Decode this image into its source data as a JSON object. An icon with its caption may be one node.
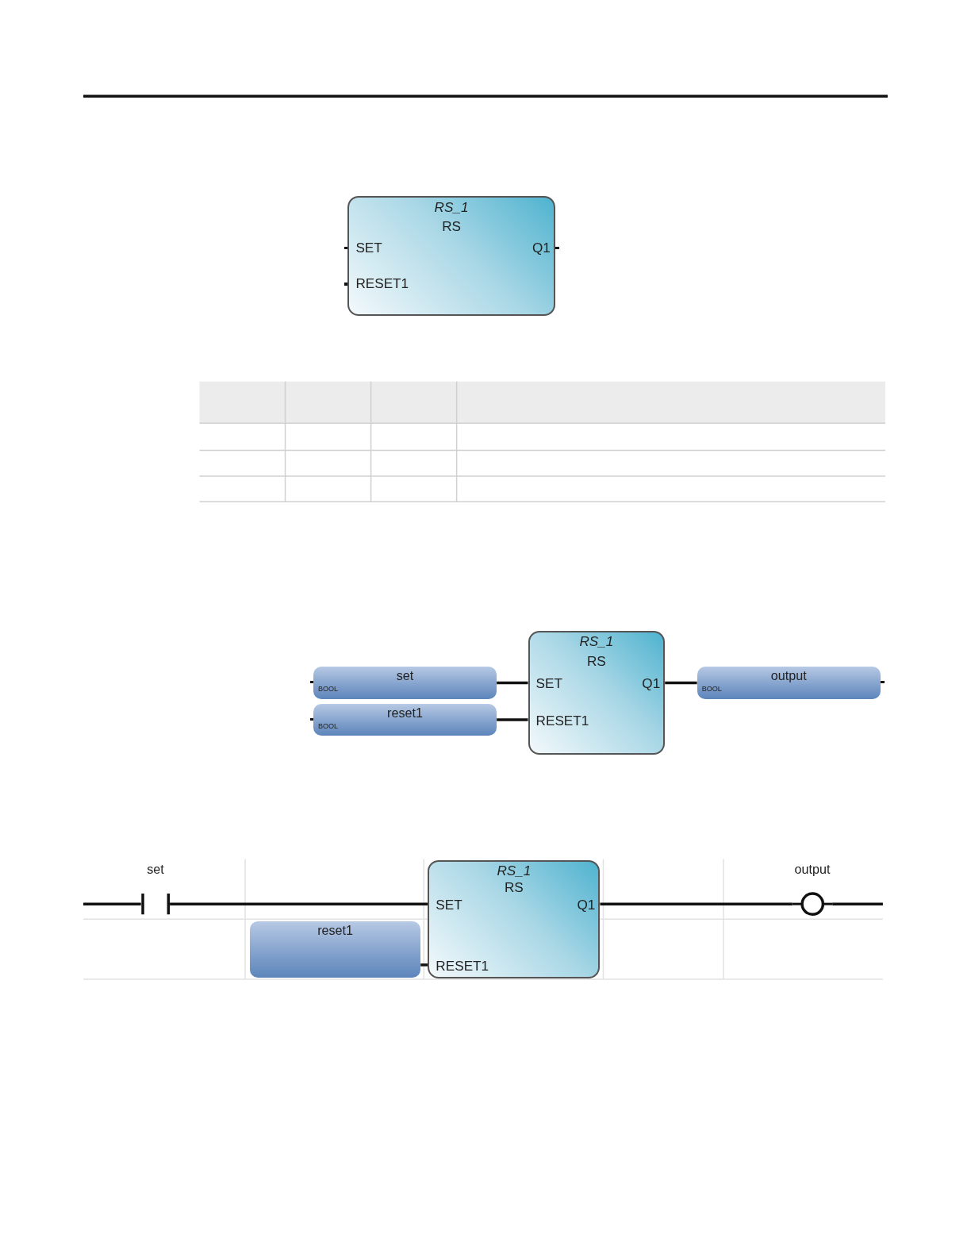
{
  "diagram": {
    "nodes": [
      {
        "text": [
          "RS_1",
          "RS",
          "SET",
          "RESET1",
          "Q1"
        ]
      },
      {
        "text": [
          "set",
          "BOOL"
        ]
      },
      {
        "text": [
          "reset1",
          "BOOL"
        ]
      },
      {
        "text": [
          "RS_1",
          "RS",
          "SET",
          "RESET1",
          "Q1"
        ]
      },
      {
        "text": [
          "output",
          "BOOL"
        ]
      },
      {
        "text": [
          "set"
        ]
      },
      {
        "text": [
          "reset1"
        ]
      },
      {
        "text": [
          "RS_1",
          "RS",
          "SET",
          "RESET1",
          "Q1"
        ]
      },
      {
        "text": [
          "output"
        ]
      }
    ],
    "edges": [
      {
        "from": 1,
        "to": 3,
        "arrow": "none"
      },
      {
        "from": 2,
        "to": 3,
        "arrow": "none"
      },
      {
        "from": 3,
        "to": 4,
        "arrow": "none"
      },
      {
        "from": null,
        "to": 5,
        "arrow": "none"
      },
      {
        "from": 5,
        "to": 7,
        "arrow": "none"
      },
      {
        "from": 6,
        "to": 7,
        "arrow": "none"
      },
      {
        "from": 7,
        "to": 8,
        "arrow": "none"
      },
      {
        "from": 8,
        "to": null,
        "arrow": "none"
      }
    ]
  }
}
